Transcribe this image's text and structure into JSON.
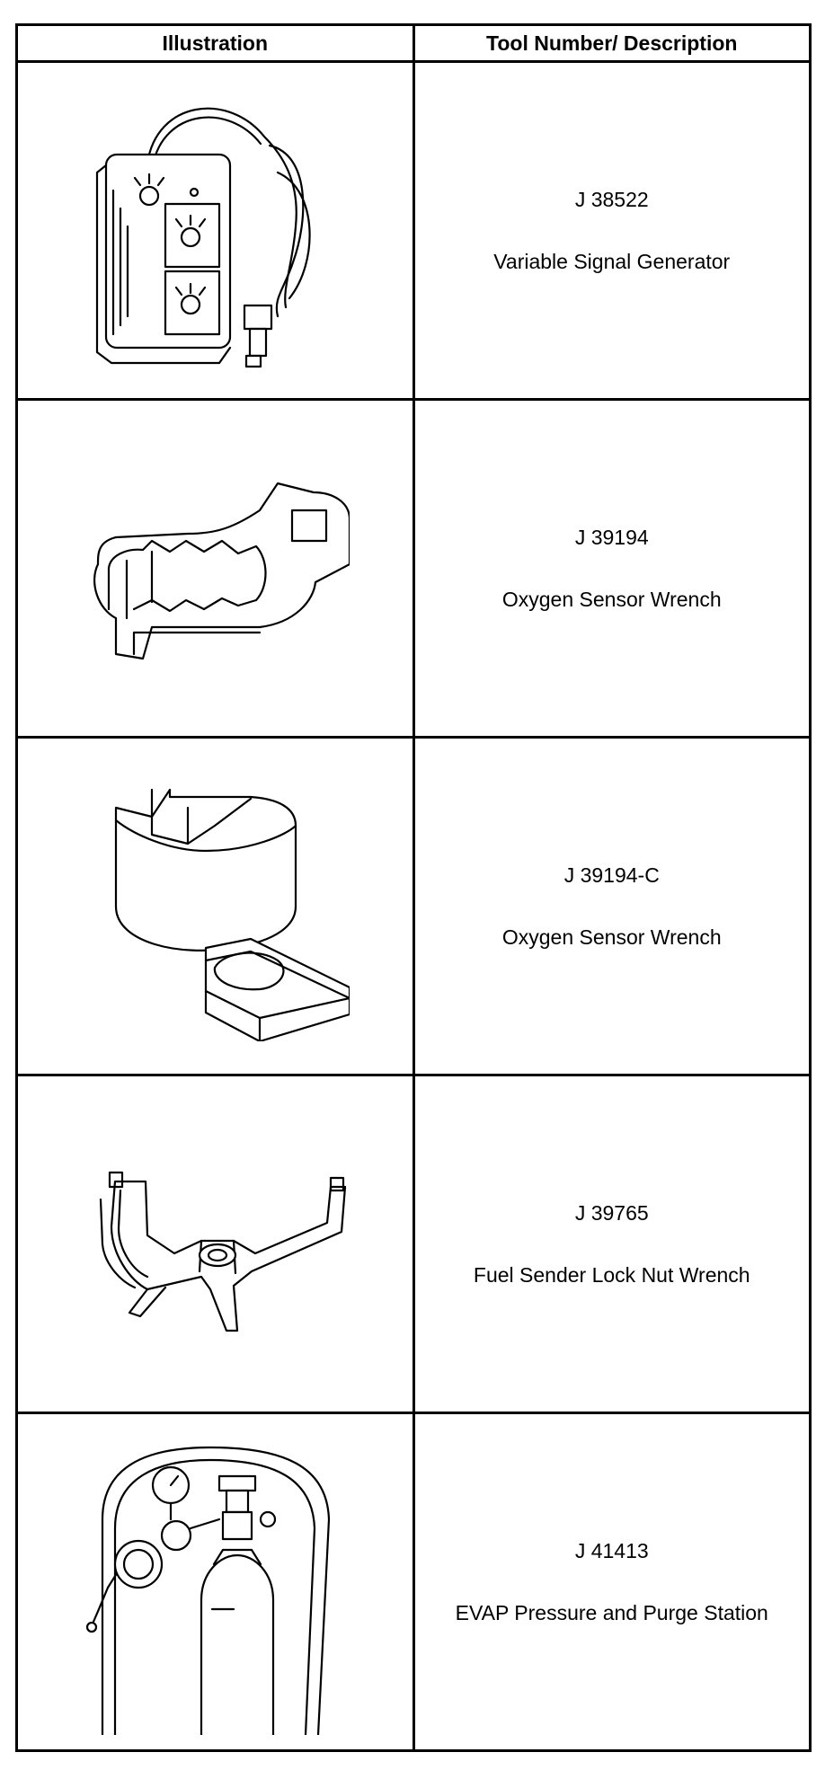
{
  "table": {
    "headers": {
      "illustration": "Illustration",
      "description": "Tool Number/ Description"
    },
    "rows": [
      {
        "tool_number": "J 38522",
        "description": "Variable Signal Generator",
        "illustration_icon": "signal-generator-icon"
      },
      {
        "tool_number": "J 39194",
        "description": "Oxygen Sensor Wrench",
        "illustration_icon": "crowfoot-wrench-icon"
      },
      {
        "tool_number": "J 39194-C",
        "description": "Oxygen Sensor Wrench",
        "illustration_icon": "sensor-socket-icon"
      },
      {
        "tool_number": "J 39765",
        "description": "Fuel Sender Lock Nut Wrench",
        "illustration_icon": "spider-wrench-icon"
      },
      {
        "tool_number": "J 41413",
        "description": "EVAP Pressure and Purge Station",
        "illustration_icon": "gas-cylinder-cart-icon"
      }
    ]
  }
}
